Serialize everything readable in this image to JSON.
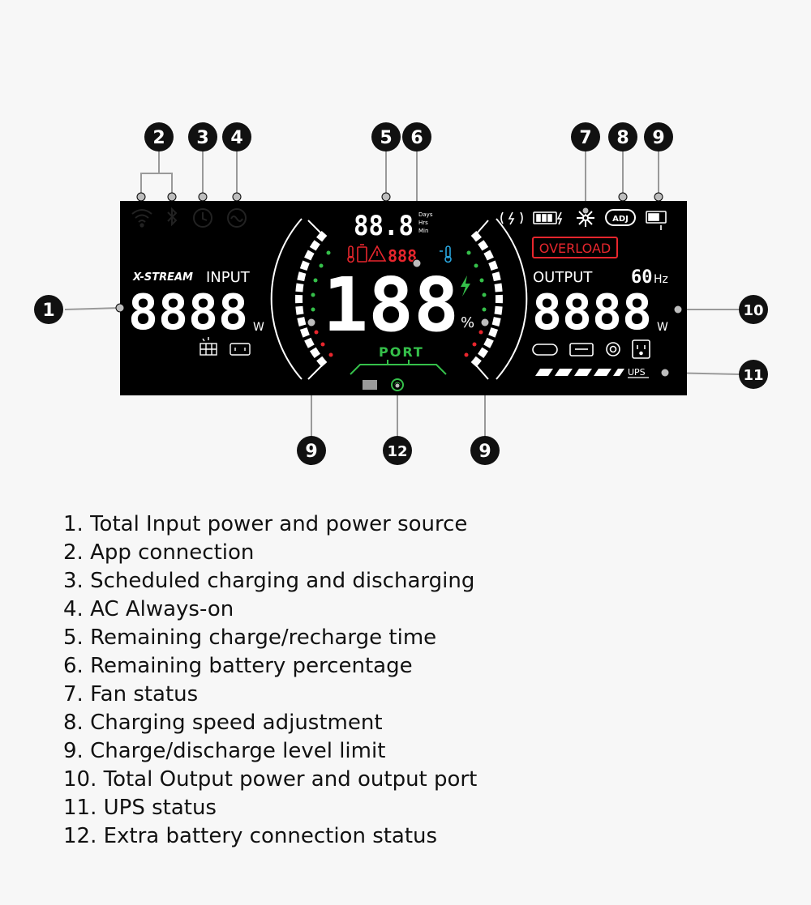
{
  "display": {
    "brand": "X-STREAM",
    "input_label": "INPUT",
    "input_value": "8888",
    "input_unit": "W",
    "time_value": "88.8",
    "time_units": [
      "Days",
      "Hrs",
      "Min"
    ],
    "battery_value": "188",
    "battery_unit": "%",
    "port_label": "PORT",
    "overload_label": "OVERLOAD",
    "output_label": "OUTPUT",
    "frequency_value": "60",
    "frequency_unit": "Hz",
    "output_value": "8888",
    "output_unit": "W",
    "adj_label": "ADJ",
    "ups_label": "UPS",
    "colors": {
      "screen": "#000000",
      "segment": "#ffffff",
      "warning": "#e8262d",
      "accent_green": "#35c04a",
      "accent_blue": "#2aa7e0",
      "callout": "#111111"
    }
  },
  "callouts": {
    "c1": "1",
    "c2": "2",
    "c3": "3",
    "c4": "4",
    "c5": "5",
    "c6": "6",
    "c7": "7",
    "c8": "8",
    "c9a": "9",
    "c10": "10",
    "c11": "11",
    "c9b": "9",
    "c12": "12",
    "c9c": "9"
  },
  "legend": [
    "1. Total Input power and power source",
    "2. App connection",
    "3. Scheduled charging and discharging",
    "4. AC Always-on",
    "5. Remaining charge/recharge time",
    "6. Remaining battery percentage",
    "7. Fan status",
    "8. Charging speed adjustment",
    "9. Charge/discharge level limit",
    "10. Total Output power and output port",
    "11. UPS status",
    "12. Extra battery connection status"
  ]
}
